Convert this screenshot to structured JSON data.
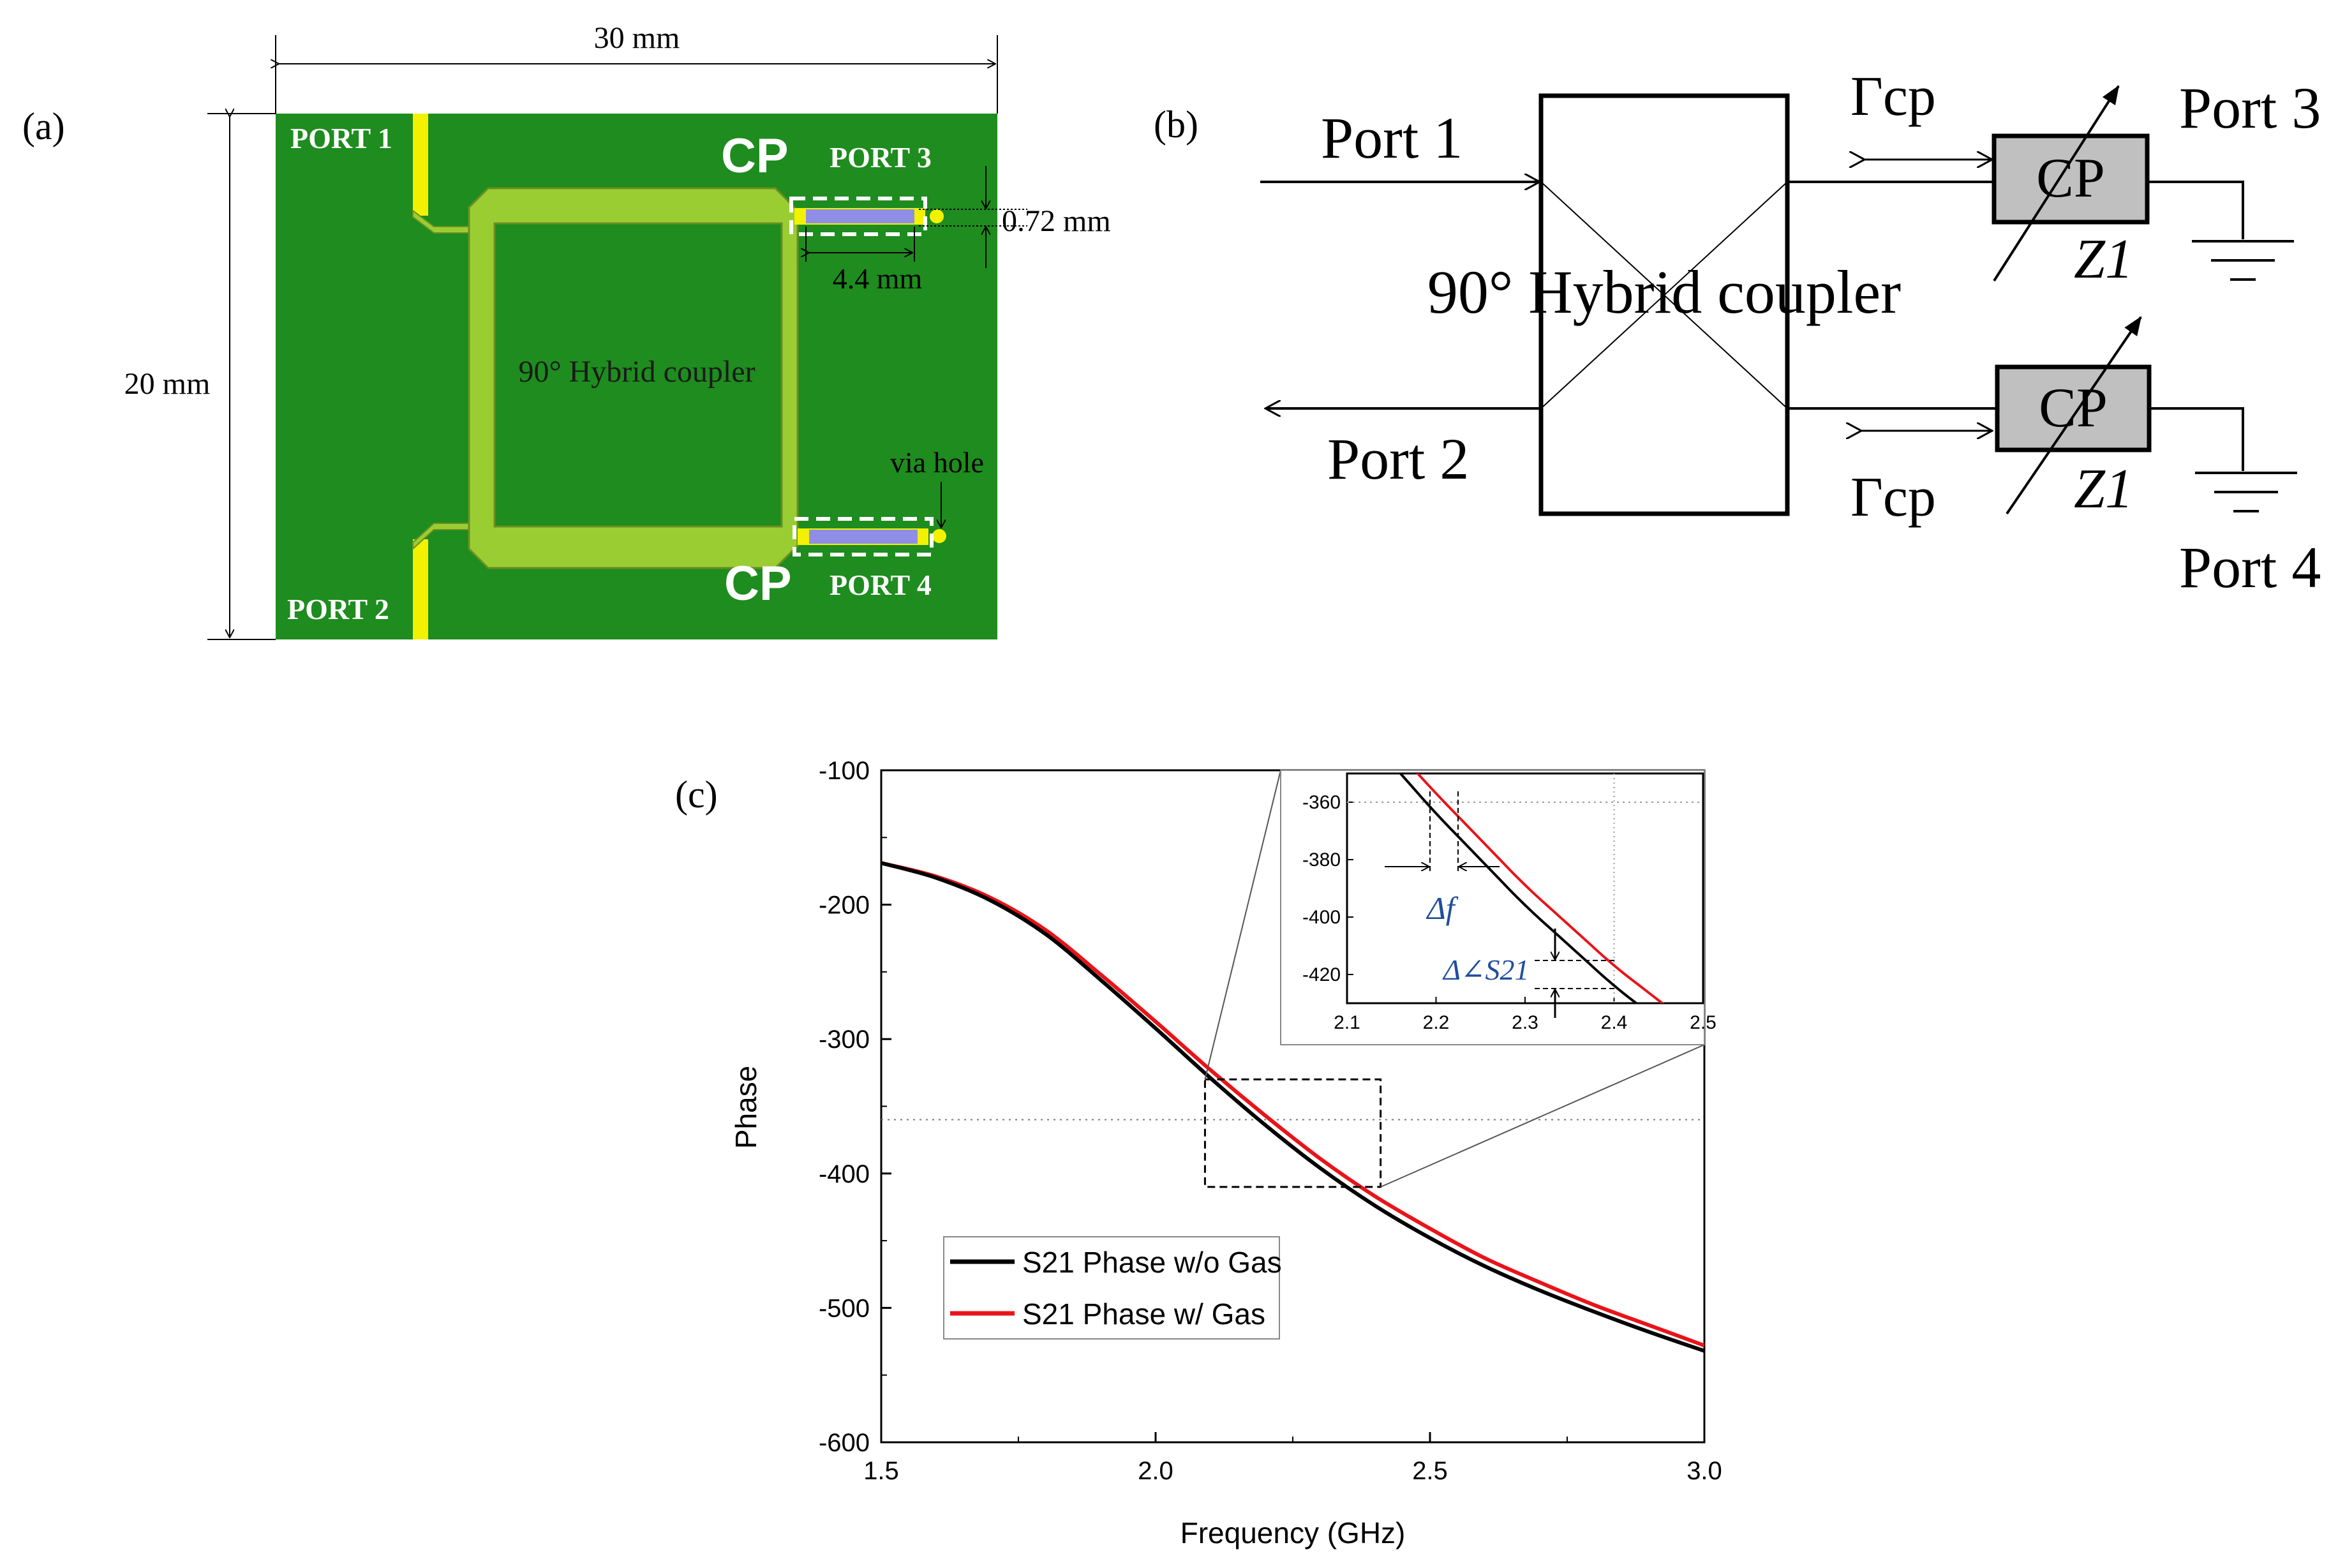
{
  "panel_a": {
    "label": "(a)",
    "width_dim": "30 mm",
    "height_dim": "20 mm",
    "port1": "PORT 1",
    "port2": "PORT 2",
    "port3": "PORT 3",
    "port4": "PORT 4",
    "cp_top": "CP",
    "cp_bottom": "CP",
    "gap_dim": "0.72 mm",
    "length_dim": "4.4 mm",
    "coupler_label": "90° Hybrid coupler",
    "via_label": "via hole",
    "colors": {
      "substrate": "#1e8c1e",
      "trace": "#9acd32",
      "feed": "#f2f200",
      "sensor": "#8e8ee6"
    }
  },
  "panel_b": {
    "label": "(b)",
    "port1": "Port 1",
    "port2": "Port 2",
    "port3": "Port 3",
    "port4": "Port 4",
    "coupler_label": "90° Hybrid coupler",
    "cp_top": "CP",
    "cp_bottom": "CP",
    "gamma_top": "Γcp",
    "gamma_bottom": "Γcp",
    "z_top": "Z1",
    "z_bottom": "Z1"
  },
  "panel_c": {
    "label": "(c)",
    "legend": [
      "S21 Phase w/o Gas",
      "S21 Phase w/ Gas"
    ],
    "inset_annotations": [
      "Δf",
      "Δ∠S21"
    ]
  },
  "chart_data": {
    "type": "line",
    "xlabel": "Frequency (GHz)",
    "ylabel": "Phase",
    "xlim": [
      1.5,
      3.0
    ],
    "ylim": [
      -600,
      -100
    ],
    "xticks": [
      "1.5",
      "2.0",
      "2.5",
      "3.0"
    ],
    "yticks": [
      "-100",
      "-200",
      "-300",
      "-400",
      "-500",
      "-600"
    ],
    "reference_line_y": -360,
    "grid": false,
    "legend_position": "lower-left",
    "x": [
      1.5,
      1.6,
      1.7,
      1.8,
      1.9,
      2.0,
      2.1,
      2.2,
      2.3,
      2.4,
      2.5,
      2.6,
      2.7,
      2.8,
      2.9,
      3.0
    ],
    "series": [
      {
        "name": "S21 Phase w/o Gas",
        "color": "#000000",
        "values": [
          -169,
          -180,
          -197,
          -222,
          -256,
          -292,
          -329,
          -364,
          -396,
          -424,
          -448,
          -469,
          -487,
          -503,
          -518,
          -532
        ]
      },
      {
        "name": "S21 Phase w/ Gas",
        "color": "#e8141a",
        "values": [
          -169,
          -179,
          -195,
          -219,
          -252,
          -287,
          -323,
          -357,
          -389,
          -417,
          -441,
          -463,
          -481,
          -498,
          -513,
          -528
        ]
      }
    ],
    "inset": {
      "xlim": [
        2.1,
        2.5
      ],
      "ylim": [
        -430,
        -350
      ],
      "xticks": [
        "2.1",
        "2.2",
        "2.3",
        "2.4",
        "2.5"
      ],
      "yticks": [
        "-360",
        "-380",
        "-400",
        "-420"
      ]
    }
  }
}
